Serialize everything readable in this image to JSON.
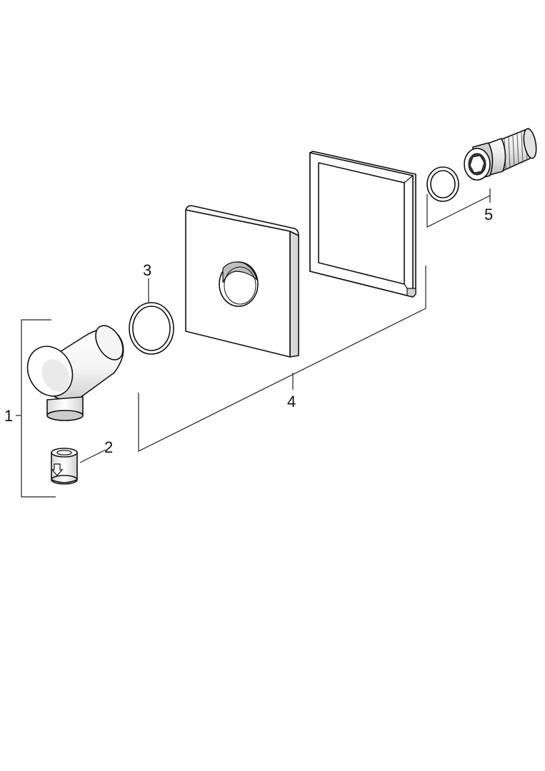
{
  "callouts": [
    {
      "id": "1",
      "text": "1"
    },
    {
      "id": "2",
      "text": "2"
    },
    {
      "id": "3",
      "text": "3"
    },
    {
      "id": "4",
      "text": "4"
    },
    {
      "id": "5",
      "text": "5"
    }
  ],
  "colors": {
    "line": "#111111",
    "fill": "#ffffff",
    "shade": "#e6e6e6"
  }
}
